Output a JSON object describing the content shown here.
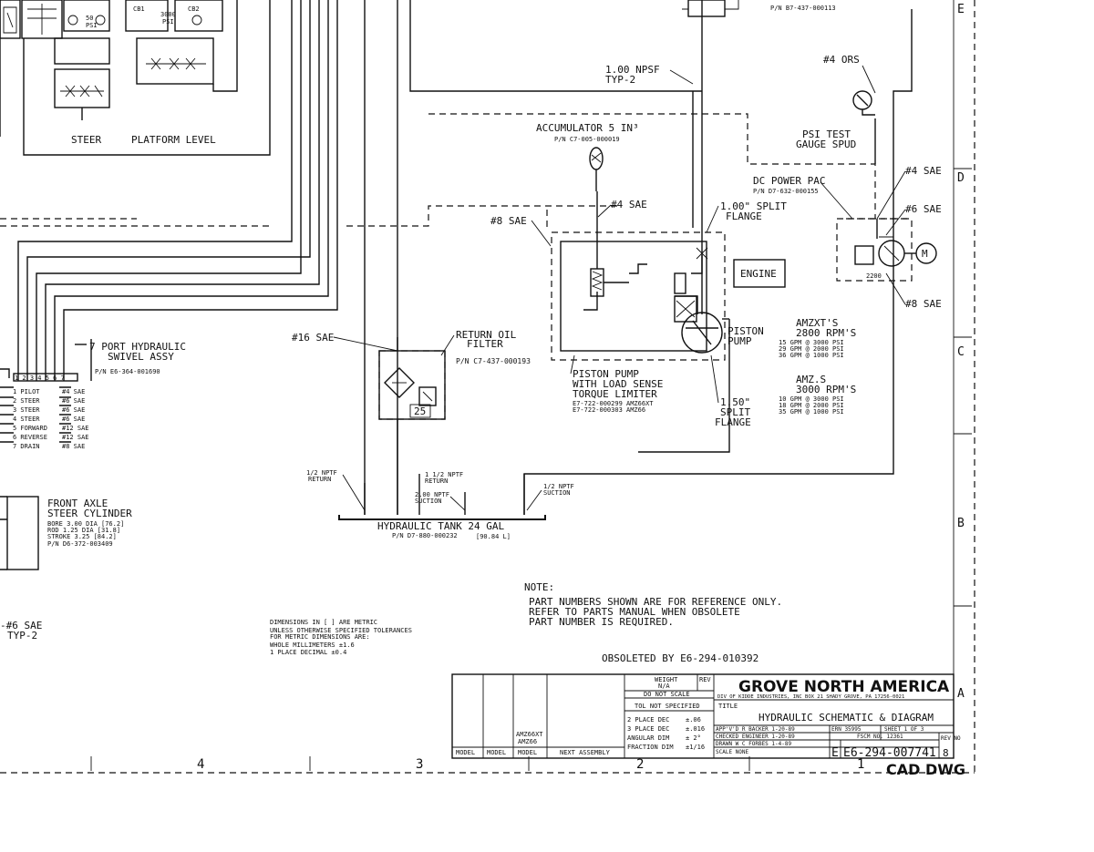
{
  "top": {
    "pn_top_right": "P/N B7-437-000113",
    "cb1": "CB1",
    "cb2": "CB2",
    "psi50": "50",
    "psi50_unit": "PSI",
    "psi3000": "3000",
    "psi3000_unit": "PSI",
    "steer": "STEER",
    "platform_level": "PLATFORM LEVEL"
  },
  "labels": {
    "npsf": "1.00 NPSF",
    "typ2": "TYP-2",
    "ors4": "#4 ORS",
    "accumulator": "ACCUMULATOR 5 IN³",
    "accumulator_pn": "P/N C7-005-000019",
    "psi_test_1": "PSI TEST",
    "psi_test_2": "GAUGE SPUD",
    "dc_power_pac": "DC POWER PAC",
    "dc_power_pac_pn": "P/N D7-632-000155",
    "sae4_right": "#4 SAE",
    "sae6_right": "#6 SAE",
    "sae8_right": "#8 SAE",
    "split_flange_1": "1.00\" SPLIT",
    "split_flange_2": "FLANGE",
    "sae4_mid": "#4 SAE",
    "sae8_mid": "#8 SAE",
    "engine": "ENGINE",
    "pump_id": "2200",
    "motor": "M",
    "sae16": "#16 SAE",
    "return_filter_1": "RETURN OIL",
    "return_filter_2": "FILTER",
    "return_filter_pn": "P/N C7-437-000193",
    "piston_pump_1": "PISTON",
    "piston_pump_2": "PUMP",
    "amzxt_1": "AMZXT'S",
    "amzxt_2": "2800 RPM'S",
    "amzxt_3": "15 GPM @ 3000 PSI",
    "amzxt_4": "29 GPM @ 2000 PSI",
    "amzxt_5": "36 GPM @ 1000 PSI",
    "amz_1": "AMZ.S",
    "amz_2": "3000 RPM'S",
    "amz_3": "10 GPM @ 3000 PSI",
    "amz_4": "18 GPM @ 2000 PSI",
    "amz_5": "35 GPM @ 1000 PSI",
    "swivel_1": "7 PORT HYDRAULIC",
    "swivel_2": "SWIVEL ASSY",
    "swivel_pn": "P/N E6-364-001690",
    "swivel_ports": "1 2 3 4 5 6 7",
    "pp_1": "PISTON PUMP",
    "pp_2": "WITH LOAD SENSE",
    "pp_3": "TORQUE LIMITER",
    "pp_4": "E7-722-000299 AMZ66XT",
    "pp_5": "E7-722-000303 AMZ66",
    "split150_1": "1.50\"",
    "split150_2": "SPLIT",
    "split150_3": "FLANGE",
    "filter_rating": "25",
    "npsf_ret_1": "1/2 NPTF",
    "npsf_ret_2": "RETURN",
    "ret112_1": "1 1/2 NPTF",
    "ret112_2": "RETURN",
    "suct2_1": "2.00 NPTF",
    "suct2_2": "SUCTION",
    "suct12_1": "1/2 NPTF",
    "suct12_2": "SUCTION",
    "tank": "HYDRAULIC TANK 24 GAL",
    "tank_pn": "P/N D7-880-000232",
    "tank_metric": "[90.84 L]",
    "axle_1": "FRONT AXLE",
    "axle_2": "STEER CYLINDER",
    "axle_3": "BORE 3.00 DIA  [76.2]",
    "axle_4": "ROD 1.25 DIA   [31.8]",
    "axle_5": "STROKE 3.25    [84.2]",
    "axle_6": "P/N D6-372-003409",
    "sae6_left": "-#6 SAE",
    "sae6_left_typ": "TYP-2",
    "note_title": "NOTE:",
    "note_1": "PART NUMBERS SHOWN ARE FOR REFERENCE ONLY.",
    "note_2": "REFER TO PARTS MANUAL WHEN OBSOLETE",
    "note_3": "PART NUMBER IS REQUIRED.",
    "obsoleted": "OBSOLETED BY E6-294-010392",
    "dims_1": "DIMENSIONS IN [ ] ARE METRIC",
    "dims_2": "UNLESS OTHERWISE SPECIFIED TOLERANCES",
    "dims_3": "FOR METRIC DIMENSIONS ARE:",
    "dims_4": "WHOLE MILLIMETERS      ±1.6",
    "dims_5": "1 PLACE DECIMAL        ±0.4"
  },
  "swivel_table": [
    {
      "left": "1 PILOT",
      "right": "#4 SAE"
    },
    {
      "left": "2 STEER",
      "right": "#6 SAE"
    },
    {
      "left": "3 STEER",
      "right": "#6 SAE"
    },
    {
      "left": "4 STEER",
      "right": "#6 SAE"
    },
    {
      "left": "5 FORWARD",
      "right": "#12 SAE"
    },
    {
      "left": "6 REVERSE",
      "right": "#12 SAE"
    },
    {
      "left": "7 DRAIN",
      "right": "#8 SAE"
    }
  ],
  "zones": {
    "right": [
      "E",
      "D",
      "C",
      "B",
      "A"
    ],
    "bottom": [
      "4",
      "3",
      "2",
      "1"
    ]
  },
  "title_block": {
    "company": "GROVE NORTH AMERICA",
    "division": "DIV OF KIDDE INDUSTRIES, INC   BOX 21  SHADY GROVE, PA 17256-0021",
    "weight": "WEIGHT",
    "weight_val": "N/A",
    "rev": "REV",
    "do_not_scale": "DO NOT SCALE",
    "tol": "TOL NOT SPECIFIED",
    "tol_rows": [
      {
        "k": "2 PLACE DEC",
        "v": "±.06"
      },
      {
        "k": "3 PLACE DEC",
        "v": "±.016"
      },
      {
        "k": "ANGULAR DIM",
        "v": "± 2°"
      },
      {
        "k": "FRACTION DIM",
        "v": "±1/16"
      }
    ],
    "title_label": "TITLE",
    "title": "HYDRAULIC SCHEMATIC & DIAGRAM",
    "appd": "APP'V'D  R BACKER  1-20-89",
    "checked": "CHECKED  ENGINEER  1-20-89",
    "drawn": "DRAWN  W C FORBES  1-4-89",
    "scale": "SCALE  NONE",
    "ern": "ERN 35995",
    "sheet": "SHEET 1 OF 3",
    "fscm": "FSCM NO. 12361",
    "dwg_no": "E6-294-007741",
    "dwg_rev": "8",
    "size": "E",
    "rev_no": "REV NO",
    "model_cols": [
      "MODEL",
      "MODEL",
      "MODEL",
      "NEXT ASSEMBLY"
    ],
    "models": [
      "AMZ66XT",
      "AMZ66"
    ],
    "cad": "CAD DWG"
  }
}
